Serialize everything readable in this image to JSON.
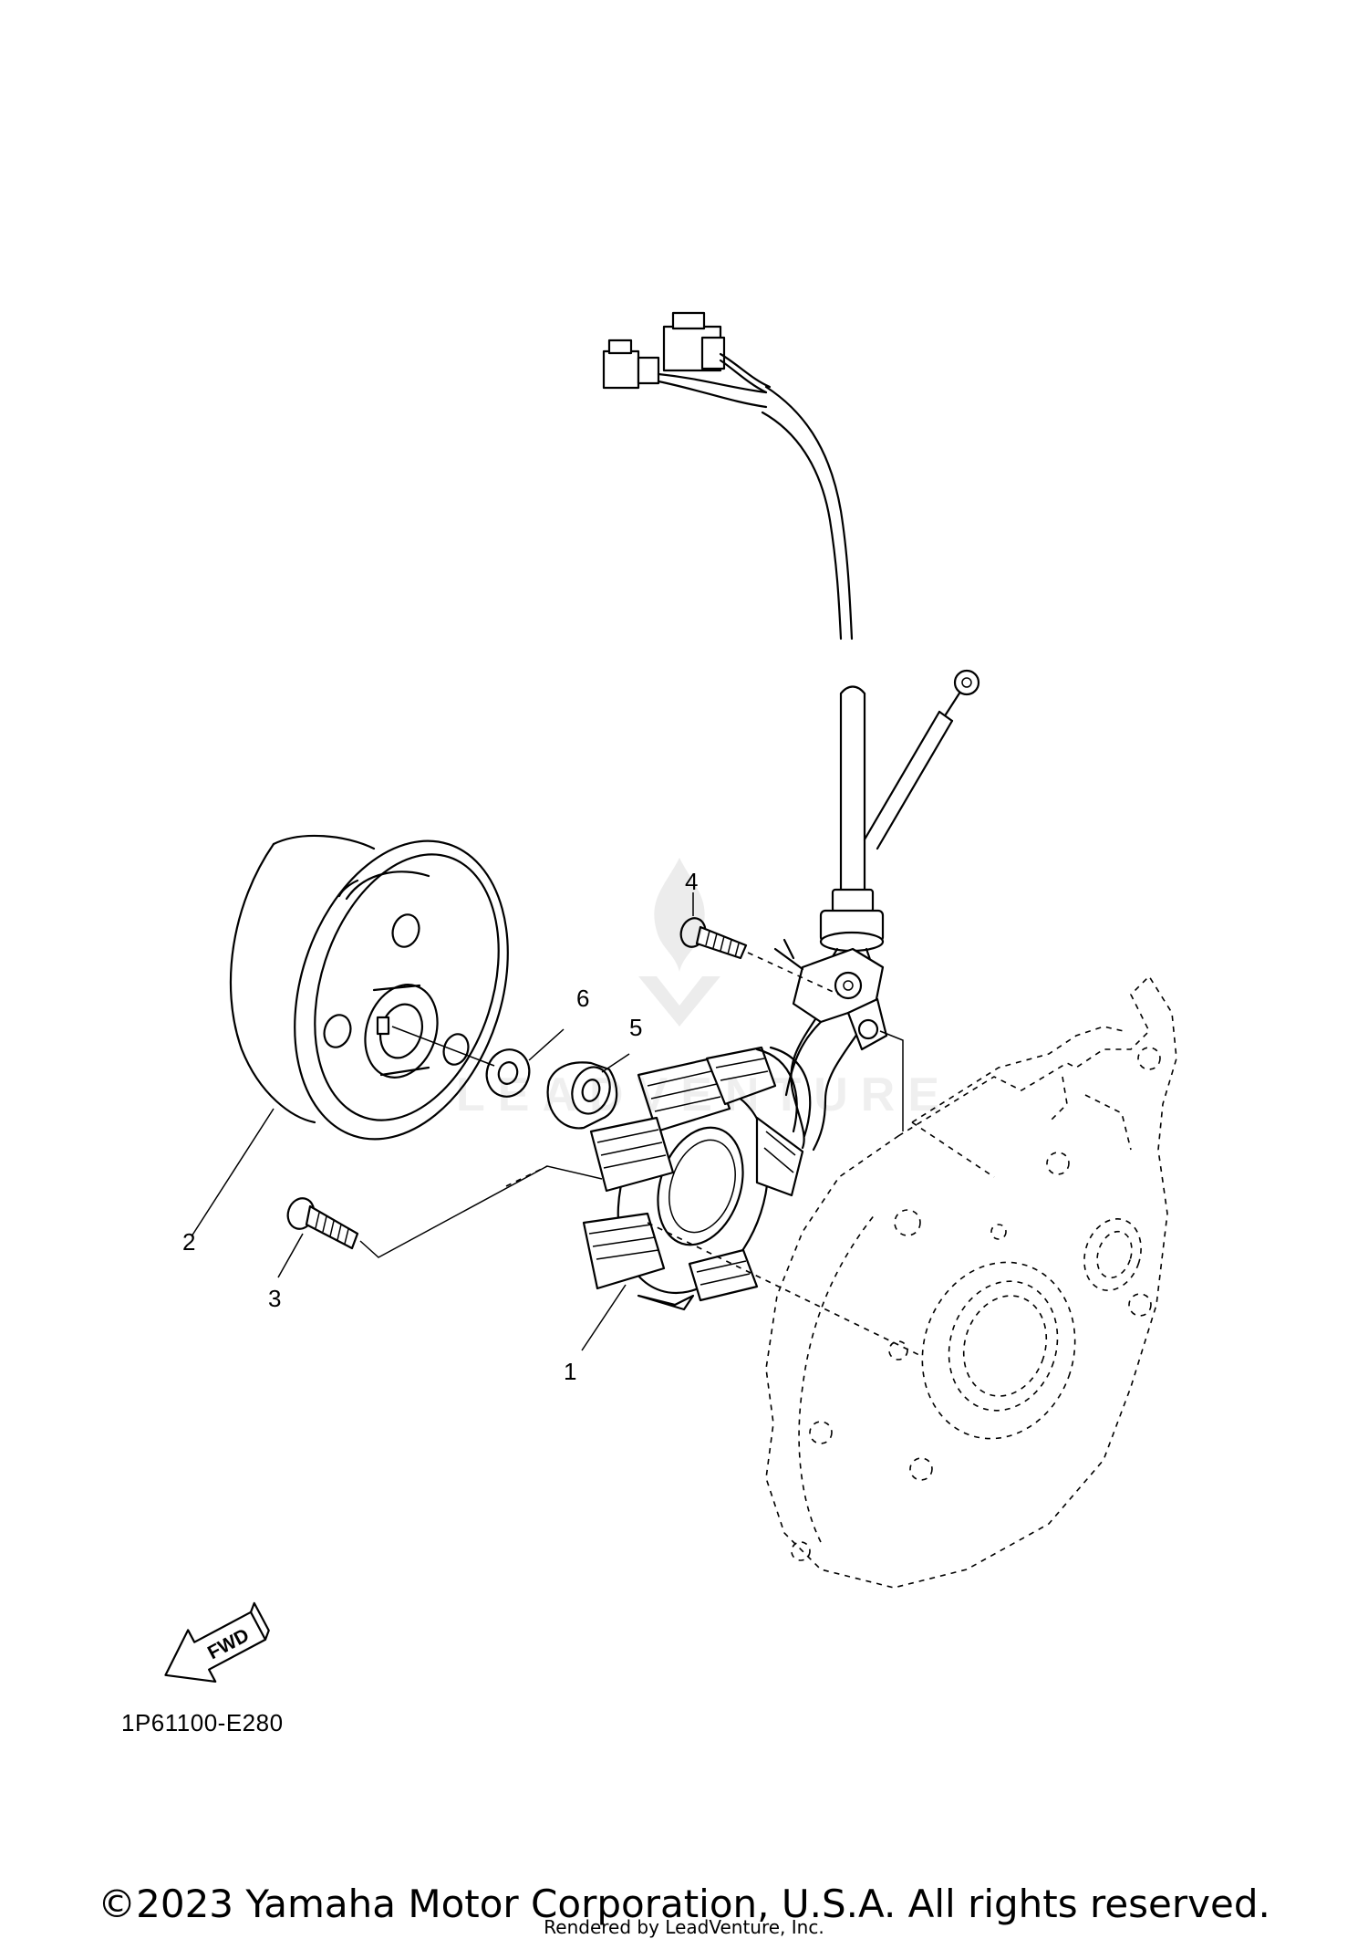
{
  "diagram": {
    "callouts": [
      "1",
      "2",
      "3",
      "4",
      "5",
      "6"
    ],
    "fwd_label": "FWD",
    "part_code": "1P61100-E280",
    "watermark": "LEADVENTURE"
  },
  "footer": {
    "copyright": "©2023 Yamaha Motor Corporation, U.S.A. All rights reserved.",
    "rendered_by": "Rendered by LeadVenture, Inc."
  }
}
